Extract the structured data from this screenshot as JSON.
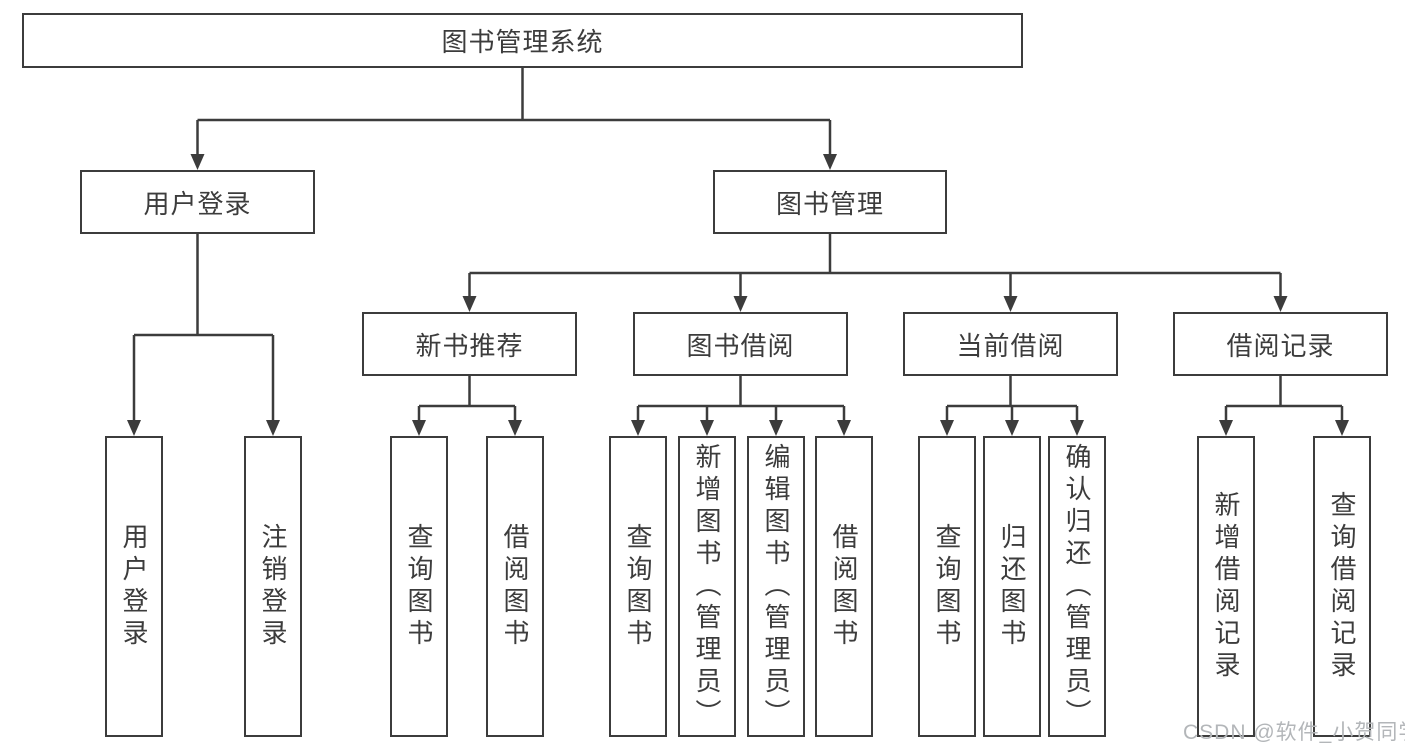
{
  "colors": {
    "line": "#3c3c3c",
    "text": "#3c3c3c",
    "box_background": "#ffffff",
    "page_background": "#ffffff",
    "watermark": "#b3b6b9"
  },
  "watermark": {
    "text": "CSDN @软件_小贺同学"
  },
  "tree": {
    "root": {
      "label": "图书管理系统",
      "children": [
        {
          "label": "用户登录",
          "children": [
            {
              "label": "用户登录"
            },
            {
              "label": "注销登录"
            }
          ]
        },
        {
          "label": "图书管理",
          "children": [
            {
              "label": "新书推荐",
              "children": [
                {
                  "label": "查询图书"
                },
                {
                  "label": "借阅图书"
                }
              ]
            },
            {
              "label": "图书借阅",
              "children": [
                {
                  "label": "查询图书"
                },
                {
                  "label": "新增图书（管理员）"
                },
                {
                  "label": "编辑图书（管理员）"
                },
                {
                  "label": "借阅图书"
                }
              ]
            },
            {
              "label": "当前借阅",
              "children": [
                {
                  "label": "查询图书"
                },
                {
                  "label": "归还图书"
                },
                {
                  "label": "确认归还（管理员）"
                }
              ]
            },
            {
              "label": "借阅记录",
              "children": [
                {
                  "label": "新增借阅记录"
                },
                {
                  "label": "查询借阅记录"
                }
              ]
            }
          ]
        }
      ]
    }
  }
}
